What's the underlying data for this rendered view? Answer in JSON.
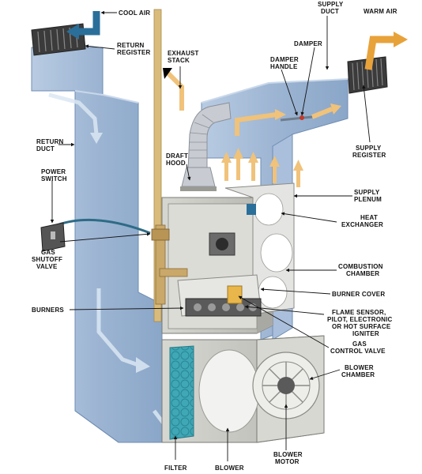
{
  "labels": {
    "cool_air": "COOL AIR",
    "return_register": [
      "RETURN",
      "REGISTER"
    ],
    "exhaust_stack": [
      "EXHAUST",
      "STACK"
    ],
    "supply_duct": [
      "SUPPLY",
      "DUCT"
    ],
    "warm_air": "WARM AIR",
    "damper": "DAMPER",
    "damper_handle": [
      "DAMPER",
      "HANDLE"
    ],
    "return_duct": [
      "RETURN",
      "DUCT"
    ],
    "power_switch": [
      "POWER",
      "SWITCH"
    ],
    "draft_hood": [
      "DRAFT",
      "HOOD"
    ],
    "supply_register": [
      "SUPPLY",
      "REGISTER"
    ],
    "supply_plenum": [
      "SUPPLY",
      "PLENUM"
    ],
    "heat_exchanger": [
      "HEAT",
      "EXCHANGER"
    ],
    "gas_shutoff_valve": [
      "GAS",
      "SHUTOFF",
      "VALVE"
    ],
    "combustion_chamber": [
      "COMBUSTION",
      "CHAMBER"
    ],
    "burner_cover": "BURNER COVER",
    "burners": "BURNERS",
    "flame_sensor": [
      "FLAME SENSOR,",
      "PILOT, ELECTRONIC",
      "OR HOT SURFACE",
      "IGNITER"
    ],
    "gas_control_valve": [
      "GAS",
      "CONTROL VALVE"
    ],
    "blower_chamber": [
      "BLOWER",
      "CHAMBER"
    ],
    "filter": "FILTER",
    "blower": "BLOWER",
    "blower_motor": [
      "BLOWER",
      "MOTOR"
    ]
  },
  "colors": {
    "duct": "#9fb6d2",
    "duct_dark": "#7f9cc0",
    "duct_light": "#c3d3e6",
    "cabinet": "#c9c9c4",
    "cabinet_dark": "#9a9a95",
    "cool_arrow": "#2a6f9a",
    "warm_arrow": "#e8a23a",
    "filter": "#3fa7b5",
    "flame": "#e8b64a",
    "pipe": "#d9bc7c"
  },
  "icons": [
    "cool-air-arrow-icon",
    "warm-air-arrow-icon"
  ]
}
